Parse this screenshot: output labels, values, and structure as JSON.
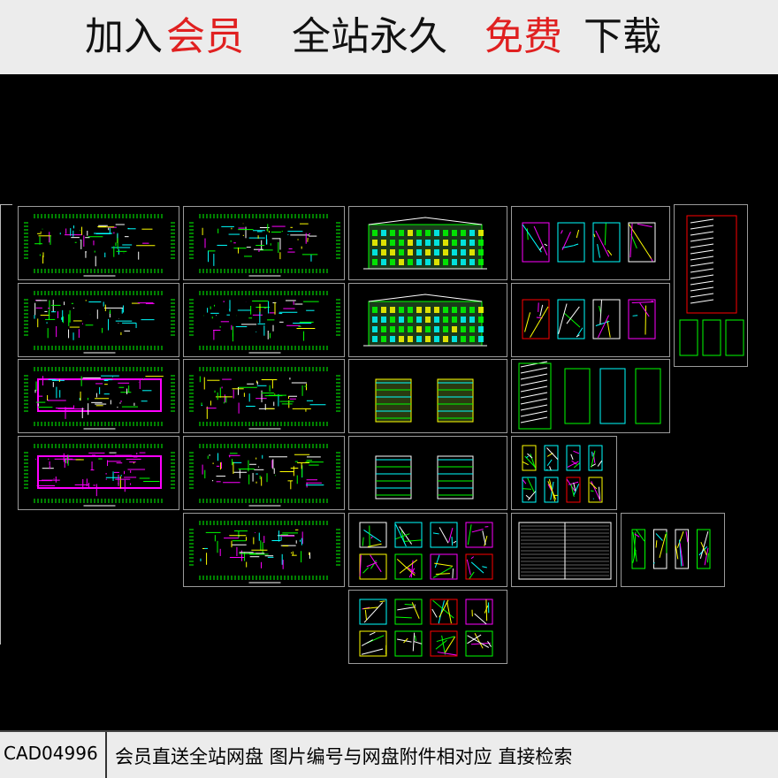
{
  "banner": {
    "part1": "加入",
    "part2": "会员",
    "part3": "全站永久",
    "part4": "免费",
    "part5": "下载",
    "color_dark": "#111111",
    "color_red": "#e02020"
  },
  "footer": {
    "code": "CAD04996",
    "text": "会员直送全站网盘  图片编号与网盘附件相对应  直接检索"
  },
  "canvas": {
    "background": "#000000",
    "sheet_border": "#9a9a9a",
    "drawing_colors": [
      "#00ff00",
      "#00ffff",
      "#ffff00",
      "#ff00ff",
      "#ffffff",
      "#ff0000"
    ]
  },
  "sheets": [
    {
      "name": "floor-plan-1",
      "kind": "plan"
    },
    {
      "name": "floor-plan-2",
      "kind": "plan"
    },
    {
      "name": "floor-plan-3",
      "kind": "plan"
    },
    {
      "name": "floor-plan-4",
      "kind": "plan"
    },
    {
      "name": "floor-plan-5",
      "kind": "plan"
    },
    {
      "name": "floor-plan-6",
      "kind": "plan"
    },
    {
      "name": "floor-plan-7",
      "kind": "plan"
    },
    {
      "name": "floor-plan-8",
      "kind": "plan"
    },
    {
      "name": "floor-plan-9",
      "kind": "plan"
    },
    {
      "name": "elevation-front",
      "kind": "elevation"
    },
    {
      "name": "elevation-rear",
      "kind": "elevation"
    },
    {
      "name": "elevation-sides",
      "kind": "side"
    },
    {
      "name": "sections",
      "kind": "section"
    },
    {
      "name": "details-1",
      "kind": "detail"
    },
    {
      "name": "details-2",
      "kind": "detail"
    },
    {
      "name": "unit-plans-1",
      "kind": "units"
    },
    {
      "name": "unit-plans-2",
      "kind": "units"
    },
    {
      "name": "stair-details",
      "kind": "stair"
    },
    {
      "name": "wall-sections",
      "kind": "detail"
    },
    {
      "name": "drawing-index",
      "kind": "table"
    },
    {
      "name": "window-details",
      "kind": "units"
    },
    {
      "name": "stair-section-tall",
      "kind": "tall"
    }
  ]
}
